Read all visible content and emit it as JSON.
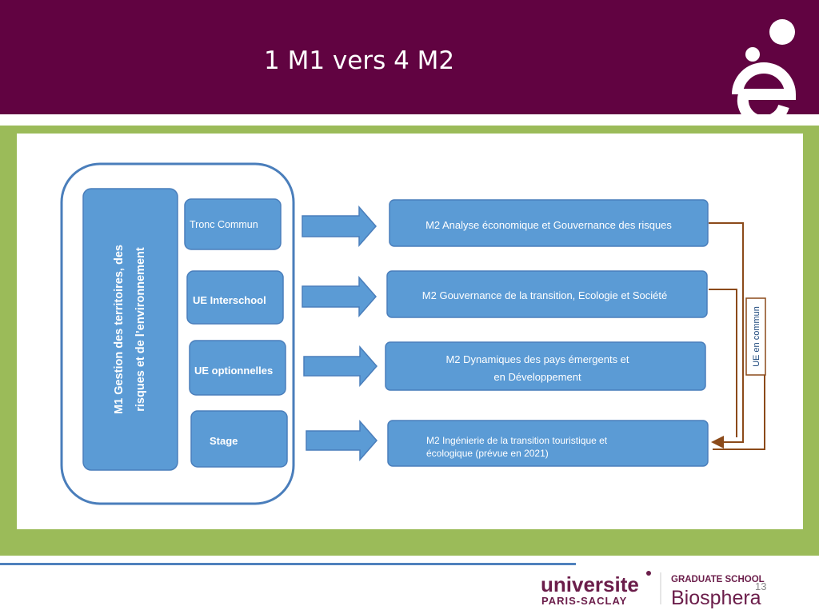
{
  "slide": {
    "title": "1 M1 vers 4 M2",
    "page_number": "13"
  },
  "diagram": {
    "m1_label_line1": "M1 Gestion des territoires, des",
    "m1_label_line2": "risques et de l’environnement",
    "modules": [
      {
        "label": "Tronc Commun"
      },
      {
        "label": "UE Interschool"
      },
      {
        "label": "UE optionnelles"
      },
      {
        "label": "Stage"
      }
    ],
    "m2": [
      {
        "line1": "M2 Analyse économique et Gouvernance des risques",
        "line2": ""
      },
      {
        "line1": "M2 Gouvernance de la transition, Ecologie et Société",
        "line2": ""
      },
      {
        "line1": "M2 Dynamiques des pays émergents et",
        "line2": "en Développement"
      },
      {
        "line1": "M2 Ingénierie de la transition touristique et",
        "line2": "écologique (prévue en 2021)"
      }
    ],
    "shared_label": "UE en commun"
  },
  "footer": {
    "universite_word": "universite",
    "paris_saclay": "PARIS-SACLAY",
    "graduate_school": "GRADUATE SCHOOL",
    "biosphera": "Biosphera"
  },
  "colors": {
    "header_bg": "#610341",
    "panel_green": "#9bbb59",
    "box_blue": "#5b9bd5",
    "box_border": "#4a7ebb",
    "connector_brown": "#8b4a1a",
    "footer_purple": "#6b1d4a"
  }
}
